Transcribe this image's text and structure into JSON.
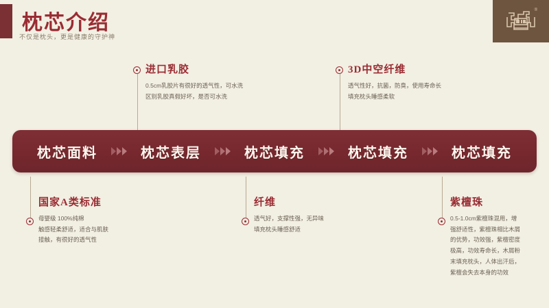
{
  "header": {
    "title": "枕芯介绍",
    "subtitle": "不仅是枕头，更是健康的守护神",
    "accent_color": "#7b3034",
    "title_color": "#9a2c33"
  },
  "brand": {
    "logo_name": "chinese-seal-emblem",
    "registered_mark": "®",
    "logo_bg": "#6e5540"
  },
  "process_bar": {
    "bg_color": "#76282e",
    "stages": [
      {
        "label": "枕芯面料"
      },
      {
        "label": "枕芯表层"
      },
      {
        "label": "枕芯填充"
      },
      {
        "label": "枕芯填充"
      },
      {
        "label": "枕芯填充"
      }
    ],
    "separator_glyph": "»»»"
  },
  "callouts_top": [
    {
      "title": "进口乳胶",
      "lines": [
        "0.5cm乳胶片有很好的透气性，可水洗",
        "区别乳胶真假好坏，是否可水洗"
      ]
    },
    {
      "title": "3D中空纤维",
      "lines": [
        "透气性好，抗菌，防臭，使用寿命长",
        "填充枕头睡感柔软"
      ]
    }
  ],
  "callouts_bottom": [
    {
      "title": "国家A类标准",
      "lines": [
        "母婴级 100%纯棉",
        "触感轻柔舒适，适合与肌肤",
        "接触，有很好的透气性"
      ]
    },
    {
      "title": "纤维",
      "lines": [
        "透气好，支撑性强，无异味",
        "填充枕头睡感舒适"
      ]
    },
    {
      "title": "紫檀珠",
      "lines": [
        "0.5-1.0cm紫檀珠混用，增",
        "强舒适性，紫檀珠相比木屑",
        "的优势，功效强，紫檀密度",
        "极高，功效寿命长，木屑粉",
        "末填充枕头，人体出汗后，",
        "紫檀会失去本身的功效"
      ]
    }
  ],
  "colors": {
    "background": "#f2efe3",
    "brand_red": "#9a2c33",
    "bar_red": "#76282e",
    "body_text": "#6b6254",
    "stem": "#b9a893"
  }
}
